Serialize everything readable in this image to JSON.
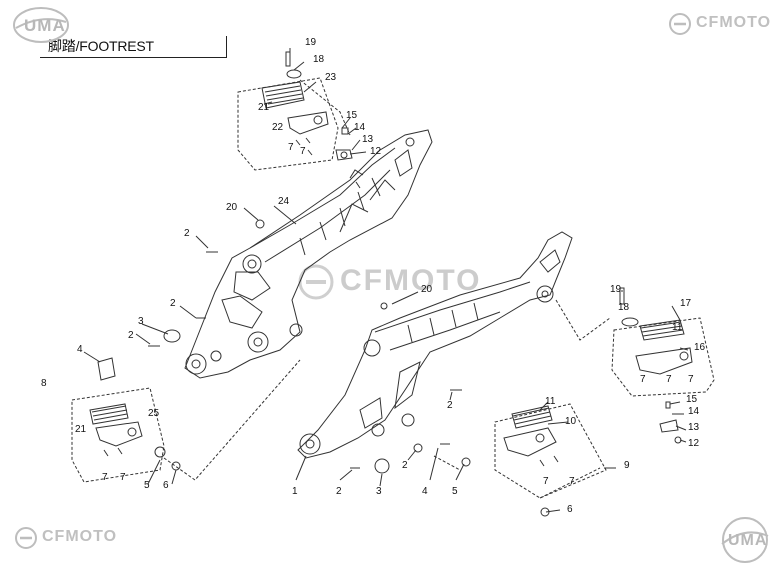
{
  "header": {
    "title": "脚踏/FOOTREST",
    "brand_top_right": "CFMOTO",
    "brand_bottom_left": "CFMOTO",
    "brand_watermark": "CFMOTO",
    "badge_top_left": "UMA",
    "badge_bottom_right": "UMA"
  },
  "callouts": [
    "19",
    "18",
    "23",
    "21",
    "15",
    "14",
    "13",
    "22",
    "7",
    "7",
    "12",
    "20",
    "24",
    "2",
    "2",
    "2",
    "3",
    "4",
    "8",
    "21",
    "25",
    "7",
    "7",
    "5",
    "6",
    "20",
    "19",
    "18",
    "17",
    "11",
    "16",
    "7",
    "7",
    "7",
    "15",
    "14",
    "13",
    "12",
    "2",
    "11",
    "10",
    "9",
    "7",
    "7",
    "1",
    "2",
    "3",
    "2",
    "4",
    "5",
    "6"
  ],
  "colors": {
    "line": "#333333",
    "watermark": "#c8c8c8",
    "badge": "#b5b5b5"
  }
}
